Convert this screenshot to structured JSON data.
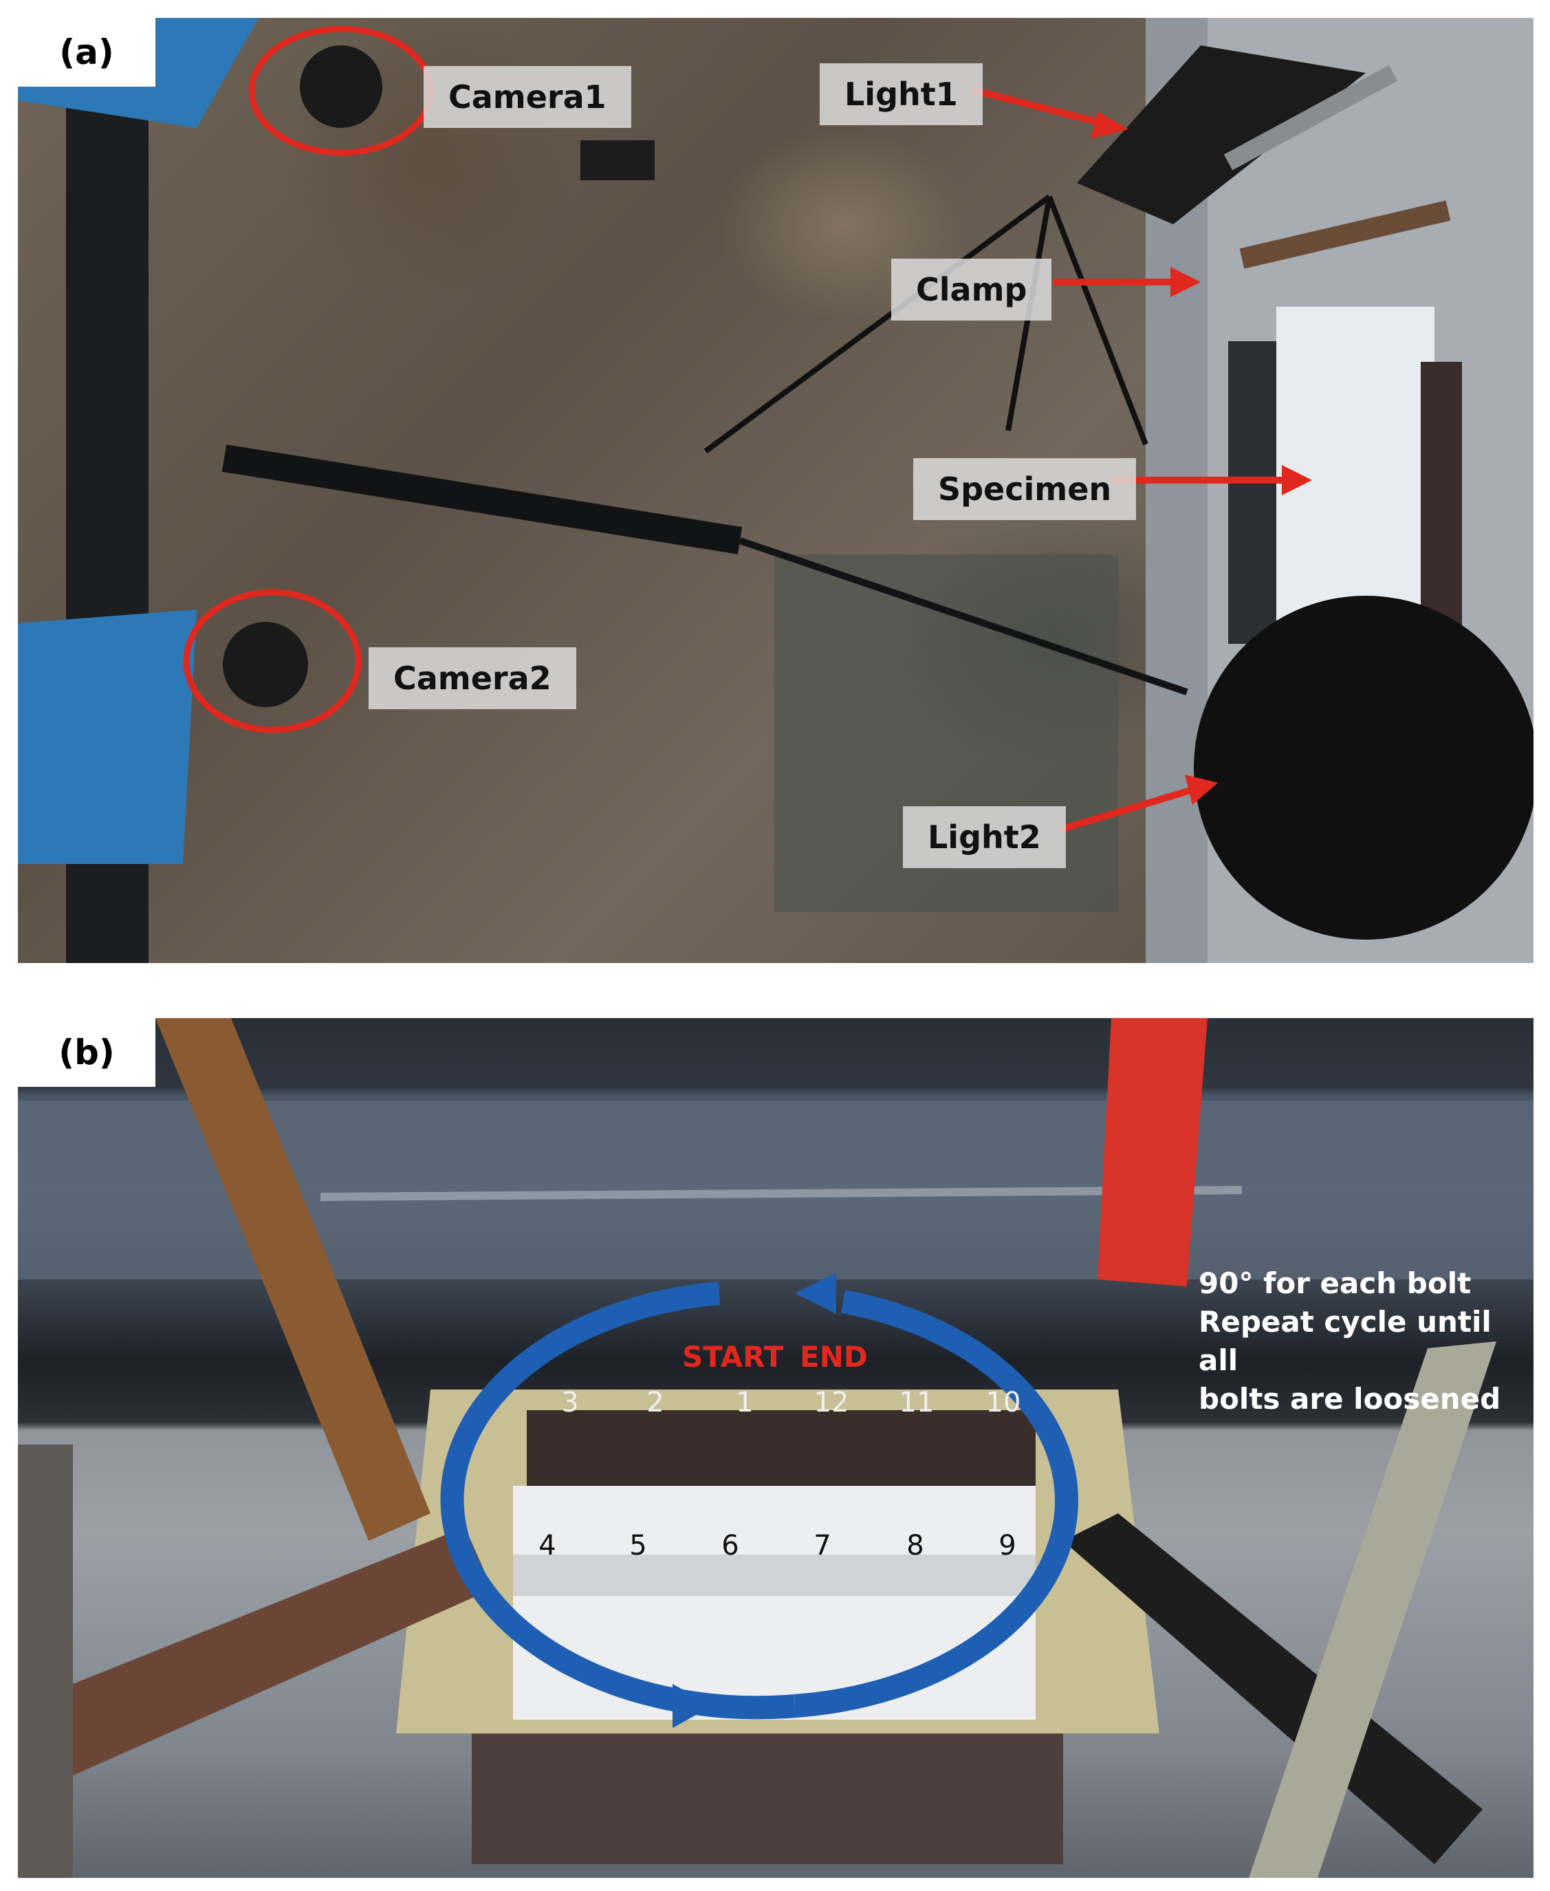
{
  "panel_a": {
    "letter": "(a)",
    "labels": {
      "camera1": "Camera1",
      "camera2": "Camera2",
      "light1": "Light1",
      "clamp": "Clamp",
      "specimen": "Specimen",
      "light2": "Light2"
    }
  },
  "panel_b": {
    "letter": "(b)",
    "start": "START",
    "end": "END",
    "note_lines": [
      "90° for each bolt",
      "Repeat cycle until all",
      "bolts are loosened"
    ],
    "bolts_top": [
      "3",
      "2",
      "1",
      "12",
      "11",
      "10"
    ],
    "bolts_bottom": [
      "4",
      "5",
      "6",
      "7",
      "8",
      "9"
    ]
  },
  "colors": {
    "callout_red": "#e0281e",
    "arrow_blue": "#1f5fb3",
    "label_box": "#dcdcdc"
  }
}
